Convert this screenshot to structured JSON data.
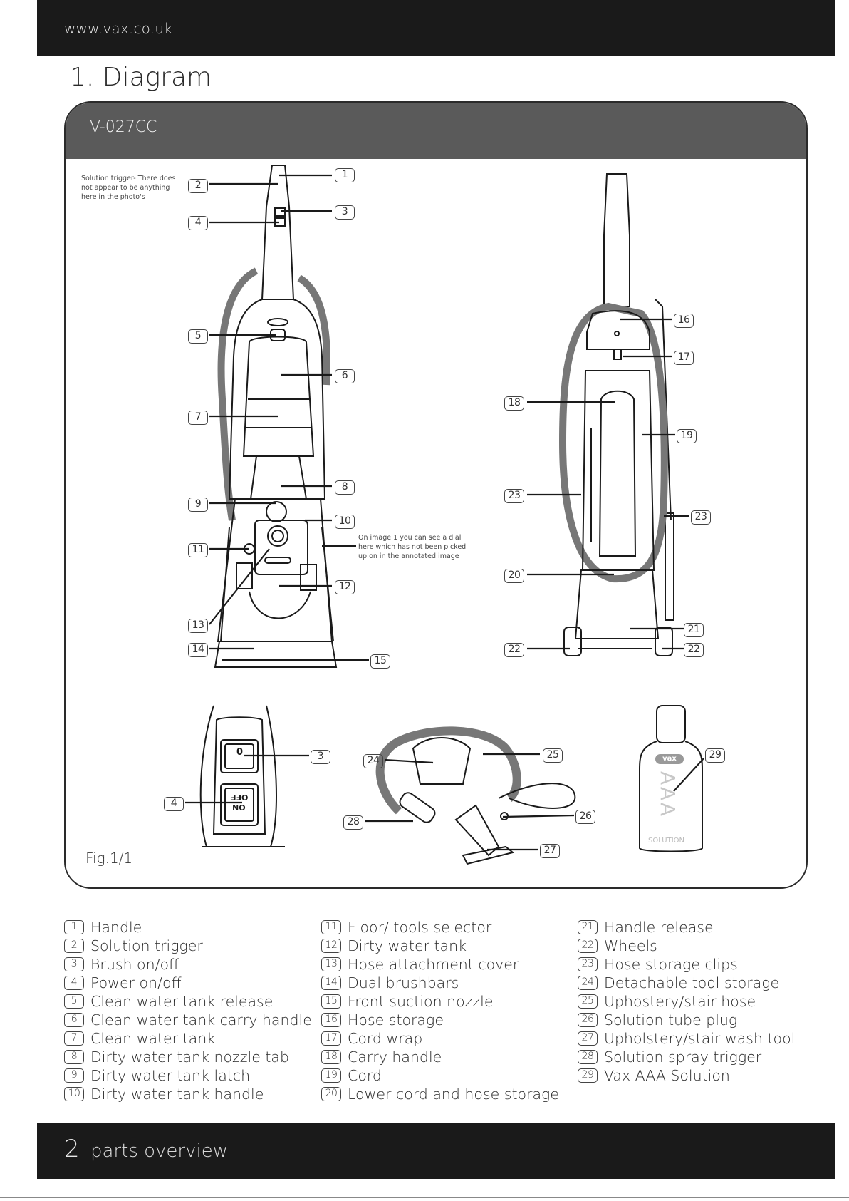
{
  "header": {
    "url": "www.vax.co.uk"
  },
  "page": {
    "section_title": "1. Diagram",
    "model": "V-027CC",
    "fig_label": "Fig.1/1",
    "note_trigger": "Solution trigger- There does not appear to be anything here in the photo's",
    "note_dial": "On image 1 you can see a dial here which has not been picked up on in the annotated image"
  },
  "callouts": [
    "1",
    "2",
    "3",
    "4",
    "5",
    "6",
    "7",
    "8",
    "9",
    "10",
    "11",
    "12",
    "13",
    "14",
    "15",
    "16",
    "17",
    "18",
    "19",
    "20",
    "21",
    "22",
    "23",
    "24",
    "25",
    "26",
    "27",
    "28",
    "29"
  ],
  "switch_labels": {
    "top": "0",
    "bottom_on": "ON",
    "bottom_off": "OFF"
  },
  "bottle": {
    "brand": "vax",
    "text": "AAA",
    "caption": "SOLUTION"
  },
  "legend": {
    "col1": [
      {
        "num": "1",
        "label": "Handle"
      },
      {
        "num": "2",
        "label": "Solution trigger"
      },
      {
        "num": "3",
        "label": "Brush on/off"
      },
      {
        "num": "4",
        "label": "Power on/off"
      },
      {
        "num": "5",
        "label": "Clean water tank release"
      },
      {
        "num": "6",
        "label": "Clean water tank carry handle"
      },
      {
        "num": "7",
        "label": "Clean water tank"
      },
      {
        "num": "8",
        "label": "Dirty water tank nozzle tab"
      },
      {
        "num": "9",
        "label": "Dirty water tank latch"
      },
      {
        "num": "10",
        "label": "Dirty water tank handle"
      }
    ],
    "col2": [
      {
        "num": "11",
        "label": "Floor/ tools selector"
      },
      {
        "num": "12",
        "label": "Dirty water tank"
      },
      {
        "num": "13",
        "label": "Hose attachment cover"
      },
      {
        "num": "14",
        "label": "Dual brushbars"
      },
      {
        "num": "15",
        "label": "Front suction nozzle"
      },
      {
        "num": "16",
        "label": "Hose storage"
      },
      {
        "num": "17",
        "label": "Cord wrap"
      },
      {
        "num": "18",
        "label": "Carry handle"
      },
      {
        "num": "19",
        "label": "Cord"
      },
      {
        "num": "20",
        "label": "Lower cord and hose storage"
      }
    ],
    "col3": [
      {
        "num": "21",
        "label": "Handle release"
      },
      {
        "num": "22",
        "label": "Wheels"
      },
      {
        "num": "23",
        "label": "Hose storage clips"
      },
      {
        "num": "24",
        "label": "Detachable tool storage"
      },
      {
        "num": "25",
        "label": "Uphostery/stair hose"
      },
      {
        "num": "26",
        "label": "Solution tube plug"
      },
      {
        "num": "27",
        "label": "Upholstery/stair wash tool"
      },
      {
        "num": "28",
        "label": "Solution spray trigger"
      },
      {
        "num": "29",
        "label": "Vax AAA Solution"
      }
    ]
  },
  "footer": {
    "page_number": "2",
    "title": "parts overview"
  }
}
